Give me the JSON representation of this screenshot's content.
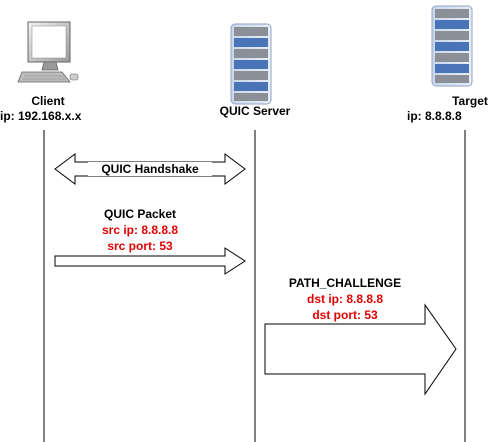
{
  "nodes": {
    "client": {
      "name": "Client",
      "ip": "ip: 192.168.x.x"
    },
    "server": {
      "name": "QUIC Server"
    },
    "target": {
      "name": "Target",
      "ip": "ip: 8.8.8.8"
    }
  },
  "messages": {
    "handshake": {
      "label": "QUIC Handshake"
    },
    "packet": {
      "title": "QUIC Packet",
      "src_ip": "src ip: 8.8.8.8",
      "src_port": "src port: 53"
    },
    "challenge": {
      "title": "PATH_CHALLENGE",
      "dst_ip": "dst ip: 8.8.8.8",
      "dst_port": "dst port: 53"
    }
  },
  "colors": {
    "highlight": "#e00000",
    "server_blue": "#4a74b8",
    "server_grey": "#8a8f98"
  }
}
